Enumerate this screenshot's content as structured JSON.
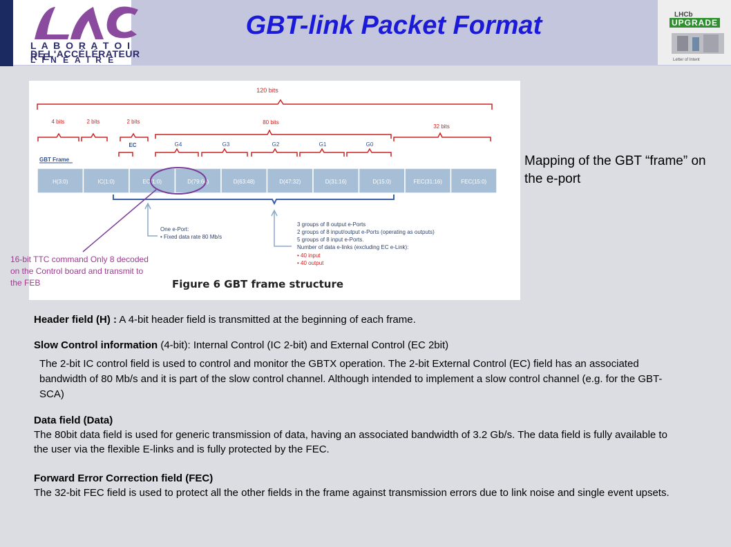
{
  "header": {
    "title": "GBT-link Packet Format",
    "lal_logo": {
      "line1": "L A B O R A T O I R E",
      "line2": "DE L'ACCÉLÉRATEUR",
      "line3": "L I N É A I R E"
    },
    "lhcb_logo": {
      "line1": "LHCb",
      "line2": "UPGRADE",
      "line3": "Letter of Intent"
    }
  },
  "figure": {
    "total_bits": "120 bits",
    "group_labels": [
      "4 bits",
      "2 bits",
      "2 bits",
      "80 bits",
      "32 bits"
    ],
    "ec_label": "EC",
    "g_labels": [
      "G4",
      "G3",
      "G2",
      "G1",
      "G0"
    ],
    "frame_label": "GBT Frame",
    "cells": [
      "H(3:0)",
      "IC(1:0)",
      "EC(1:0)",
      "D(79:64)",
      "D(63:48)",
      "D(47:32)",
      "D(31:16)",
      "D(15:0)",
      "FEC(31:16)",
      "FEC(15:0)"
    ],
    "eport_note": [
      "One e-Port:",
      "• Fixed data rate 80 Mb/s"
    ],
    "groups_note": [
      "3 groups of 8 output e-Ports",
      "2 groups of 8 input/output e-Ports (operating as outputs)",
      "5 groups of 8 input e-Ports.",
      "Number of data e-links (excluding EC e-Link):",
      "• 40 input",
      "• 40 output"
    ],
    "caption": "Figure 6 GBT frame structure"
  },
  "ttc_note": "16-bit TTC command Only 8 decoded on the Control board and transmit to the FEB",
  "mapping_note": "Mapping of the GBT “frame” on the e-port",
  "paragraphs": {
    "header_field": {
      "label": "Header field (H) :",
      "text": " A 4-bit header field is transmitted at the beginning of each frame."
    },
    "slow_control": {
      "label": "Slow Control information",
      "text": " (4-bit): Internal Control (IC 2-bit)  and External Control (EC 2bit)"
    },
    "slow_detail": "The 2-bit IC control field is used to control and monitor the GBTX operation. The 2-bit External Control (EC) field has an associated bandwidth of 80 Mb/s and it is part of the slow control channel. Although intended to implement a slow control channel (e.g. for the GBT-SCA)",
    "data_field": {
      "label": "Data field (Data)",
      "text": "The 80bit data field is used for generic transmission of data, having an associated bandwidth of 3.2 Gb/s. The data field is fully available to the user via the flexible E-links and is fully protected by the FEC."
    },
    "fec_field": {
      "label": "Forward Error Correction field (FEC)",
      "text": "The 32-bit FEC field is used to protect all the other fields in the frame against transmission errors due to link noise and single event upsets."
    }
  },
  "colors": {
    "title": "#1a1ad8",
    "bracket": "#cc2222",
    "cell_fill": "#a6bfd6",
    "blue_bracket": "#3a5fa8",
    "ttc": "#9c3a8e"
  }
}
